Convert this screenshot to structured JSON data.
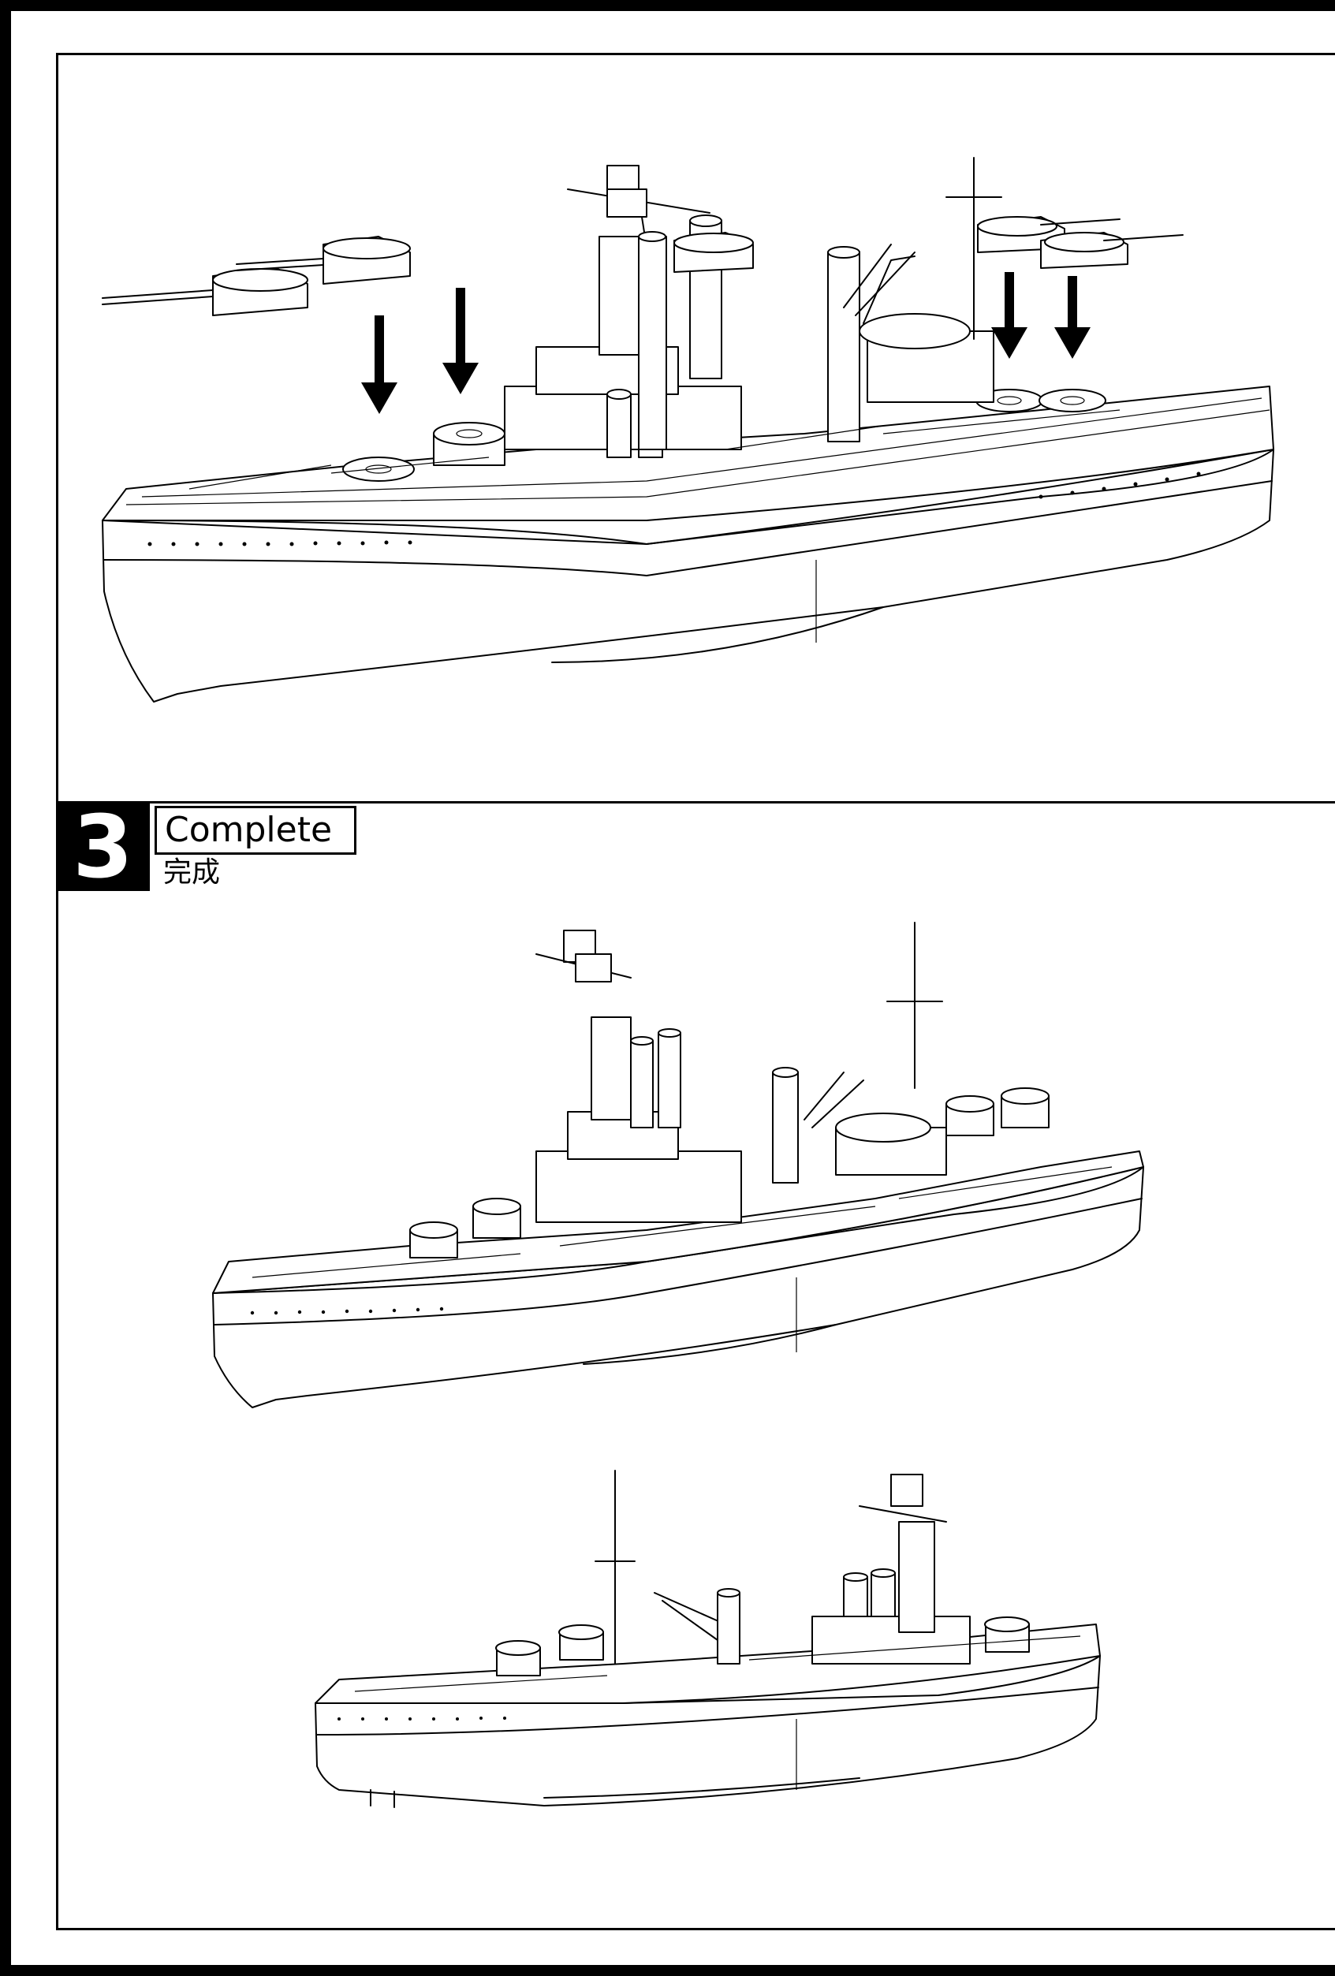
{
  "step": {
    "number": "3",
    "title": "Complete",
    "subtitle": "完成"
  },
  "illustrations": {
    "assembly_view": "battleship-assembly-drawing",
    "complete_views": [
      "battleship-port-view",
      "battleship-starboard-view"
    ],
    "arrow_icon": "down-arrow-icon"
  }
}
